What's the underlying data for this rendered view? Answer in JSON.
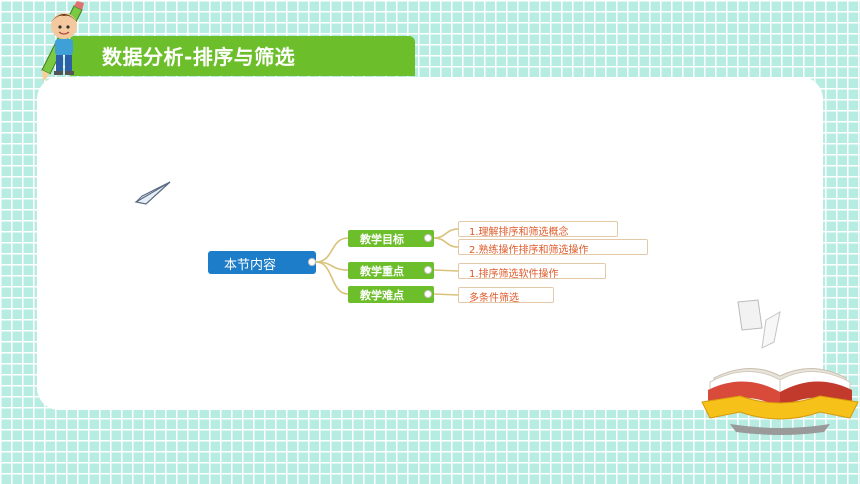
{
  "slide": {
    "title": "数据分析-排序与筛选"
  },
  "mindmap": {
    "root": "本节内容",
    "categories": [
      {
        "label": "教学目标",
        "items": [
          "1.理解排序和筛选概念",
          "2.熟练操作排序和筛选操作"
        ]
      },
      {
        "label": "教学重点",
        "items": [
          "1.排序筛选软件操作"
        ]
      },
      {
        "label": "教学难点",
        "items": [
          "多条件筛选"
        ]
      }
    ]
  },
  "colors": {
    "background": "#b6ece2",
    "title_bar": "#6cbf2a",
    "root_node": "#1e7dc8",
    "category_node": "#6cbf2a",
    "leaf_text": "#e05a2a",
    "connector": "#d9c27a"
  },
  "icons": [
    "kid-pencil-icon",
    "paper-plane-icon",
    "open-book-icon"
  ]
}
